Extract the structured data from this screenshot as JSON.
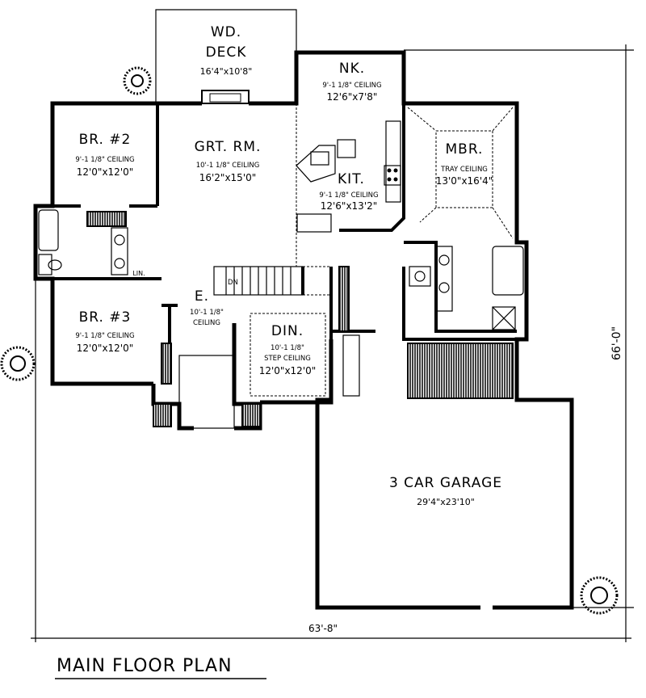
{
  "title": "MAIN FLOOR PLAN",
  "dimensions": {
    "overall_width": "63'-8\"",
    "overall_depth": "66'-0\""
  },
  "rooms": {
    "deck": {
      "name1": "WD.",
      "name2": "DECK",
      "size": "16'4\"x10'8\""
    },
    "nook": {
      "name": "NK.",
      "ceiling": "9'-1 1/8\" CEILING",
      "size": "12'6\"x7'8\""
    },
    "kitchen": {
      "name": "KIT.",
      "ceiling": "9'-1 1/8\" CEILING",
      "size": "12'6\"x13'2\""
    },
    "master": {
      "name": "MBR.",
      "ceiling": "TRAY CEILING",
      "size": "13'0\"x16'4\""
    },
    "great_room": {
      "name": "GRT. RM.",
      "ceiling": "10'-1 1/8\" CEILING",
      "size": "16'2\"x15'0\""
    },
    "bedroom2": {
      "name": "BR. #2",
      "ceiling": "9'-1 1/8\" CEILING",
      "size": "12'0\"x12'0\""
    },
    "bedroom3": {
      "name": "BR. #3",
      "ceiling": "9'-1 1/8\" CEILING",
      "size": "12'0\"x12'0\""
    },
    "entry": {
      "name": "E.",
      "ceiling1": "10'-1 1/8\"",
      "ceiling2": "CEILING"
    },
    "dining": {
      "name": "DIN.",
      "ceiling1": "10'-1 1/8\"",
      "ceiling2": "STEP CEILING",
      "size": "12'0\"x12'0\""
    },
    "garage": {
      "name": "3 CAR GARAGE",
      "size": "29'4\"x23'10\""
    },
    "linen": {
      "name": "LIN."
    },
    "stair": {
      "label": "DN"
    }
  }
}
